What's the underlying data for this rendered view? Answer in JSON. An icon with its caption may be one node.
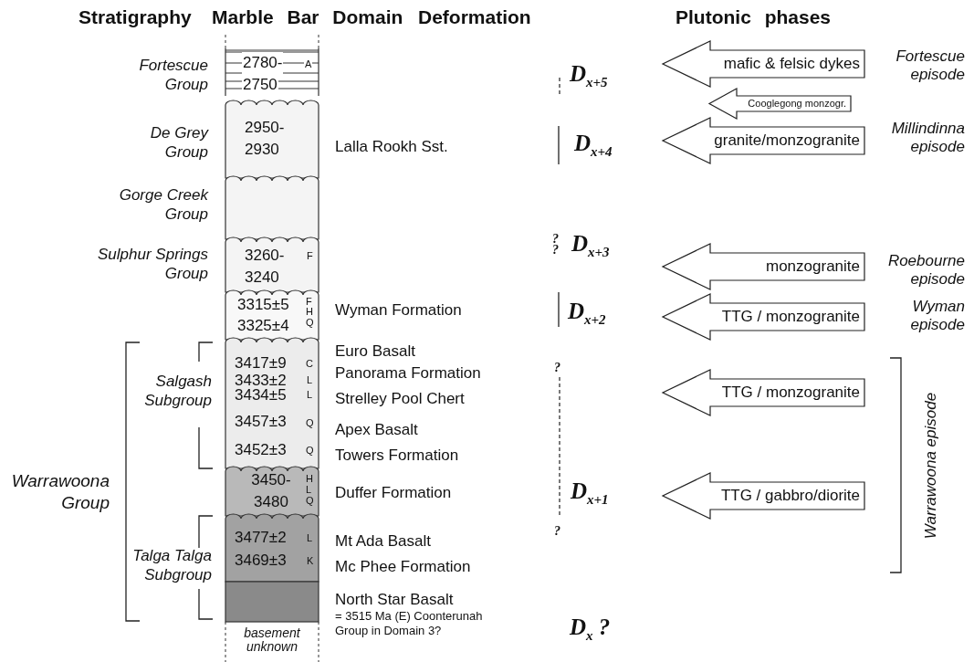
{
  "diagram": {
    "nodes": [
      {
        "text": [
          "2780-",
          "A",
          "2750"
        ]
      },
      {
        "text": [
          "2950- 2930"
        ]
      },
      {
        "text": [],
        "shape": "box"
      },
      {
        "text": [
          "3260- 3240",
          "F"
        ]
      },
      {
        "text": [
          "3315±5",
          "F",
          "H",
          "3325±4",
          "Q"
        ]
      },
      {
        "text": [
          "3417±9",
          "C",
          "3433±2",
          "L",
          "3434±5",
          "L",
          "3457±3",
          "Q",
          "3452±3",
          "Q"
        ]
      },
      {
        "text": [
          "3450- 3480",
          "H L Q"
        ]
      },
      {
        "text": [
          "3477±2",
          "L",
          "3469±3",
          "K"
        ]
      },
      {
        "text": [],
        "shape": "box"
      },
      {
        "text": [
          "mafic & felsic dykes"
        ],
        "beside": [
          "Fortescue episode"
        ]
      },
      {
        "text": [
          "Cooglegong monzogr."
        ]
      },
      {
        "text": [
          "granite/monzogranite"
        ],
        "beside": [
          "Millindinna episode"
        ]
      },
      {
        "text": [
          "monzogranite"
        ],
        "beside": [
          "Roebourne episode"
        ]
      },
      {
        "text": [
          "TTG / monzogranite"
        ],
        "beside": [
          "Wyman episode"
        ]
      },
      {
        "text": [
          "TTG / monzogranite"
        ]
      },
      {
        "text": [
          "TTG / gabbro/diorite"
        ]
      }
    ],
    "labels": [
      "Stratigraphy",
      "Marble Bar Domain",
      "Deformation",
      "Plutonic phases",
      "Fortescue Group",
      "D$_{x+5}$",
      "De Grey Group",
      "Lalla Rookh Sst.",
      "D$_{x+4}$",
      "Gorge Creek Group",
      "Sulphur Springs Group",
      "?",
      "?",
      "D$_{x+3}$",
      "Wyman Formation",
      "D$_{x+2}$",
      "Euro Basalt",
      "Panorama Formation",
      "?",
      "Strelley Pool Chert",
      "Salgash Subgroup",
      "Apex Basalt",
      "Warrawoona episode",
      "Towers Formation",
      "Warrawoona Group",
      "Duffer Formation",
      "D$_{x+1}$",
      "Mt Ada Basalt",
      "?",
      "Talga Talga Subgroup",
      "Mc Phee Formation",
      "North Star Basalt",
      "basement unknown",
      "= 3515 Ma (E) Coonterunah Group in Domain 3?",
      "D$_{x}$ ?"
    ]
  }
}
